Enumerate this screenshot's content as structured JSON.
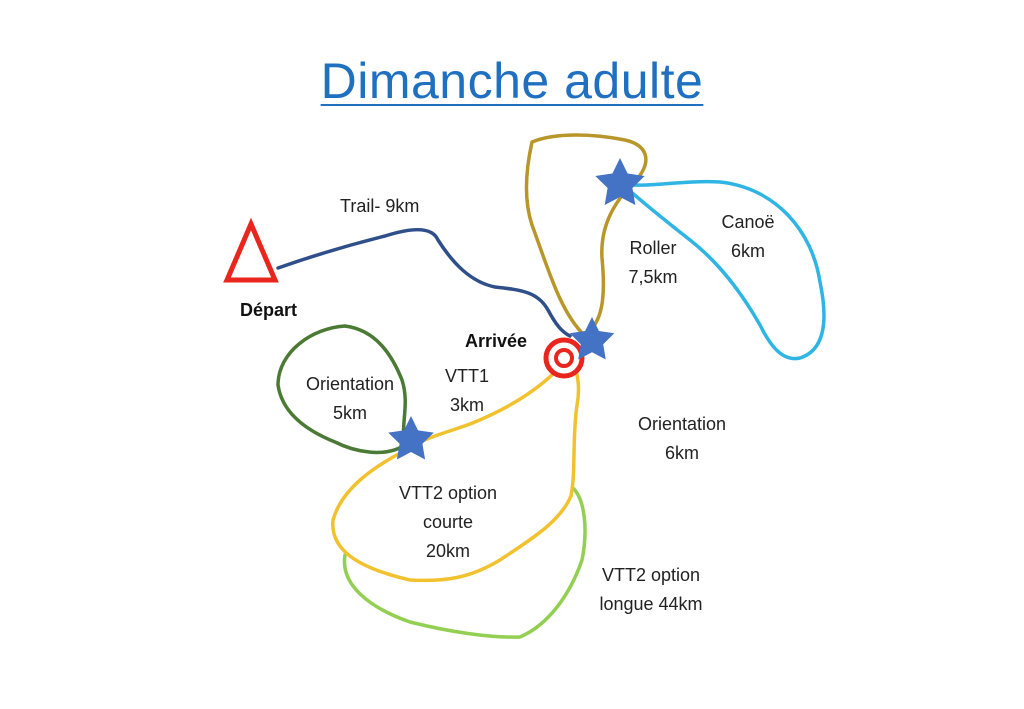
{
  "title": "Dimanche adulte",
  "labels": {
    "depart": "Départ",
    "arrivee": "Arrivée",
    "trail": "Trail- 9km",
    "canoe_name": "Canoë",
    "canoe_dist": "6km",
    "roller_name": "Roller",
    "roller_dist": "7,5km",
    "orient1_name": "Orientation",
    "orient1_dist": "5km",
    "vtt1_name": "VTT1",
    "vtt1_dist": "3km",
    "orient2_name": "Orientation",
    "orient2_dist": "6km",
    "vtt2c_line1": "VTT2 option",
    "vtt2c_line2": "courte",
    "vtt2c_line3": "20km",
    "vtt2l_line1": "VTT2 option",
    "vtt2l_line2": "longue 44km"
  },
  "colors": {
    "title": "#1F70C1",
    "trail": "#2F4F8A",
    "canoe": "#2EB5E3",
    "roller": "#B8962A",
    "orientation_5km": "#4A7A34",
    "vtt1_and_vtt2_short": "#F2C12E",
    "vtt2_long": "#92CF52",
    "start_marker": "#E8261E",
    "finish_marker": "#E8261E",
    "transition_star": "#4472C4"
  },
  "icons": {
    "start": "triangle-icon",
    "finish": "target-icon",
    "transition": "star-icon"
  }
}
